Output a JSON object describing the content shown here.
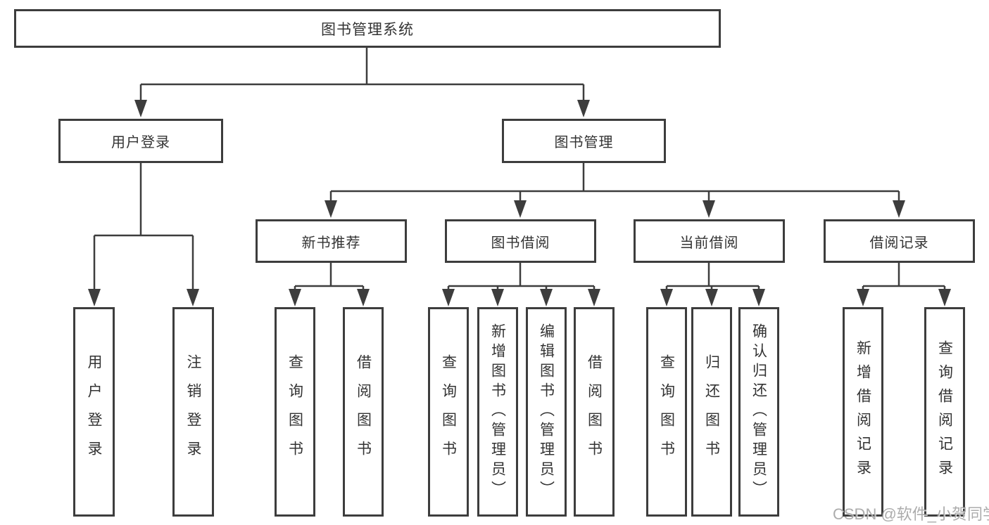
{
  "diagram_title": "图书管理系统",
  "tree": {
    "root": {
      "label": "图书管理系统",
      "children": [
        {
          "label": "用户登录",
          "children": [
            {
              "label": "用户登录"
            },
            {
              "label": "注销登录"
            }
          ]
        },
        {
          "label": "图书管理",
          "children": [
            {
              "label": "新书推荐",
              "children": [
                {
                  "label": "查询图书"
                },
                {
                  "label": "借阅图书"
                }
              ]
            },
            {
              "label": "图书借阅",
              "children": [
                {
                  "label": "查询图书"
                },
                {
                  "label": "新增图书（管理员）"
                },
                {
                  "label": "编辑图书（管理员）"
                },
                {
                  "label": "借阅图书"
                }
              ]
            },
            {
              "label": "当前借阅",
              "children": [
                {
                  "label": "查询图书"
                },
                {
                  "label": "归还图书"
                },
                {
                  "label": "确认归还（管理员）"
                }
              ]
            },
            {
              "label": "借阅记录",
              "children": [
                {
                  "label": "新增借阅记录"
                },
                {
                  "label": "查询借阅记录"
                }
              ]
            }
          ]
        }
      ]
    }
  },
  "watermark": {
    "text": "CSDN @软件_小贺同学"
  },
  "colors": {
    "line": "#3d3d3d",
    "box_border": "#3d3d3d",
    "text": "#333333",
    "background": "#ffffff",
    "watermark": "#9e9e9e"
  }
}
